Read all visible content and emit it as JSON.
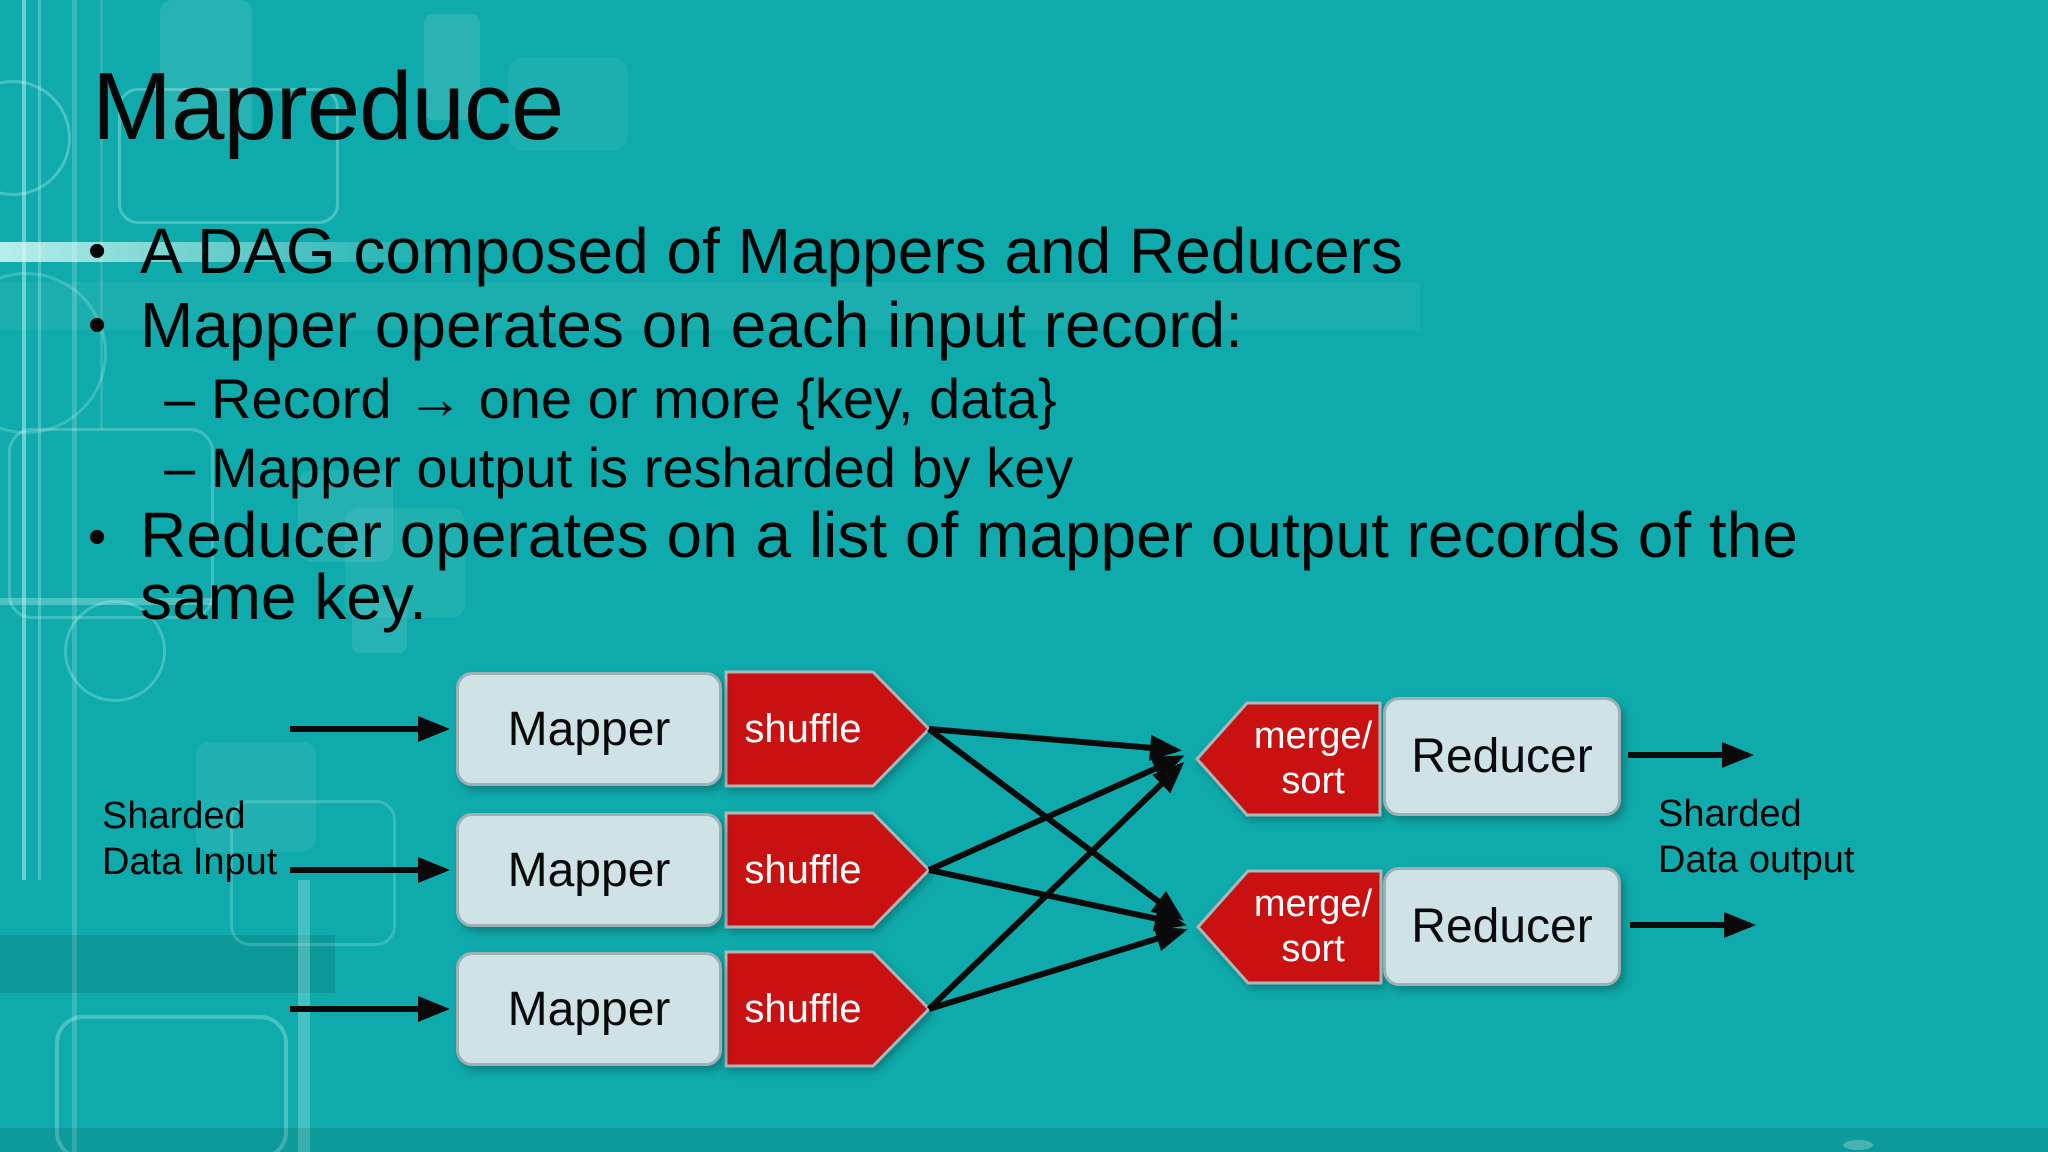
{
  "slide": {
    "title": "Mapreduce"
  },
  "bullets": {
    "marker_level1": "•",
    "marker_level2": "–",
    "b1": "A DAG composed of Mappers and Reducers",
    "b2": "Mapper operates on each input record:",
    "s1": "Record → one or more {key, data}",
    "s2": "Mapper output is resharded by key",
    "b3": "Reducer operates on a list of mapper output records of the same key."
  },
  "diagram": {
    "mappers": [
      {
        "label": "Mapper"
      },
      {
        "label": "Mapper"
      },
      {
        "label": "Mapper"
      }
    ],
    "shuffles": [
      {
        "label": "shuffle"
      },
      {
        "label": "shuffle"
      },
      {
        "label": "shuffle"
      }
    ],
    "merges": [
      {
        "line1": "merge/",
        "line2": "sort"
      },
      {
        "line1": "merge/",
        "line2": "sort"
      }
    ],
    "reducers": [
      {
        "label": "Reducer"
      },
      {
        "label": "Reducer"
      }
    ],
    "input_label": {
      "line1": "Sharded",
      "line2": "Data Input"
    },
    "output_label": {
      "line1": "Sharded",
      "line2": "Data output"
    }
  },
  "colors": {
    "background_teal": "#0faaab",
    "box_fill": "#cfe2e6",
    "box_border": "#9eb0b6",
    "shape_red": "#c91111",
    "arrow_black": "#0a0a0a",
    "text_black": "#040404",
    "text_white": "#ffffff"
  }
}
